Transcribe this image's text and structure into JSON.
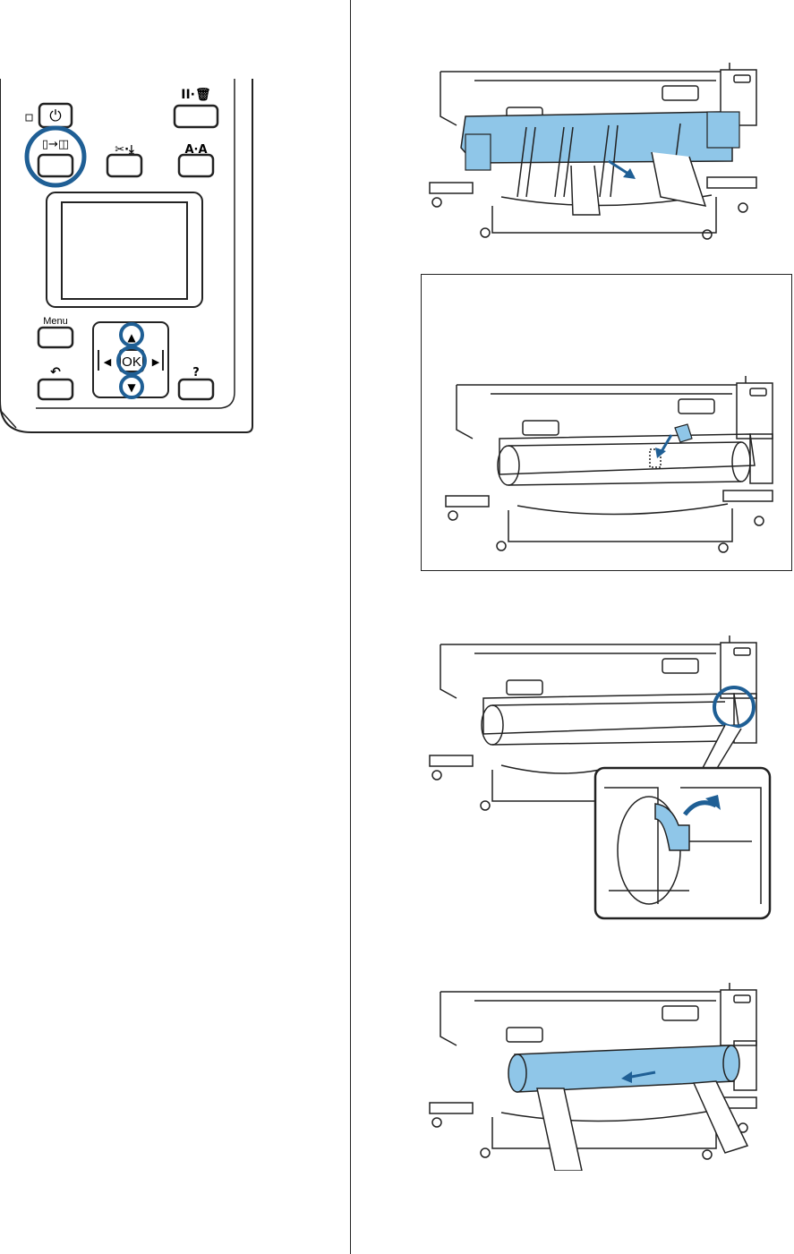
{
  "control_panel": {
    "menu_label": "Menu",
    "ok_label": "OK",
    "power_symbol": "⏻",
    "pause_cancel_symbol": "II·🗑",
    "paper_source_symbol": "▯→◫",
    "cut_feed_symbol": "✂·⤓",
    "maintenance_symbol": "A·A",
    "back_symbol": "↶",
    "help_symbol": "?",
    "up_symbol": "▲",
    "down_symbol": "▼",
    "left_symbol": "◀",
    "right_symbol": "▶"
  },
  "colors": {
    "highlight_circle": "#1f5f95",
    "paper_blue": "#8fc6e8",
    "line": "#222222"
  },
  "illustrations": [
    {
      "name": "remove-basket-cloth",
      "icon": "printer-basket-hands"
    },
    {
      "name": "insert-tab-into-slot",
      "icon": "printer-basket-tab"
    },
    {
      "name": "lower-lock-lever",
      "icon": "printer-roll-lever-zoom"
    },
    {
      "name": "remove-roll-core",
      "icon": "printer-roll-hands"
    }
  ]
}
